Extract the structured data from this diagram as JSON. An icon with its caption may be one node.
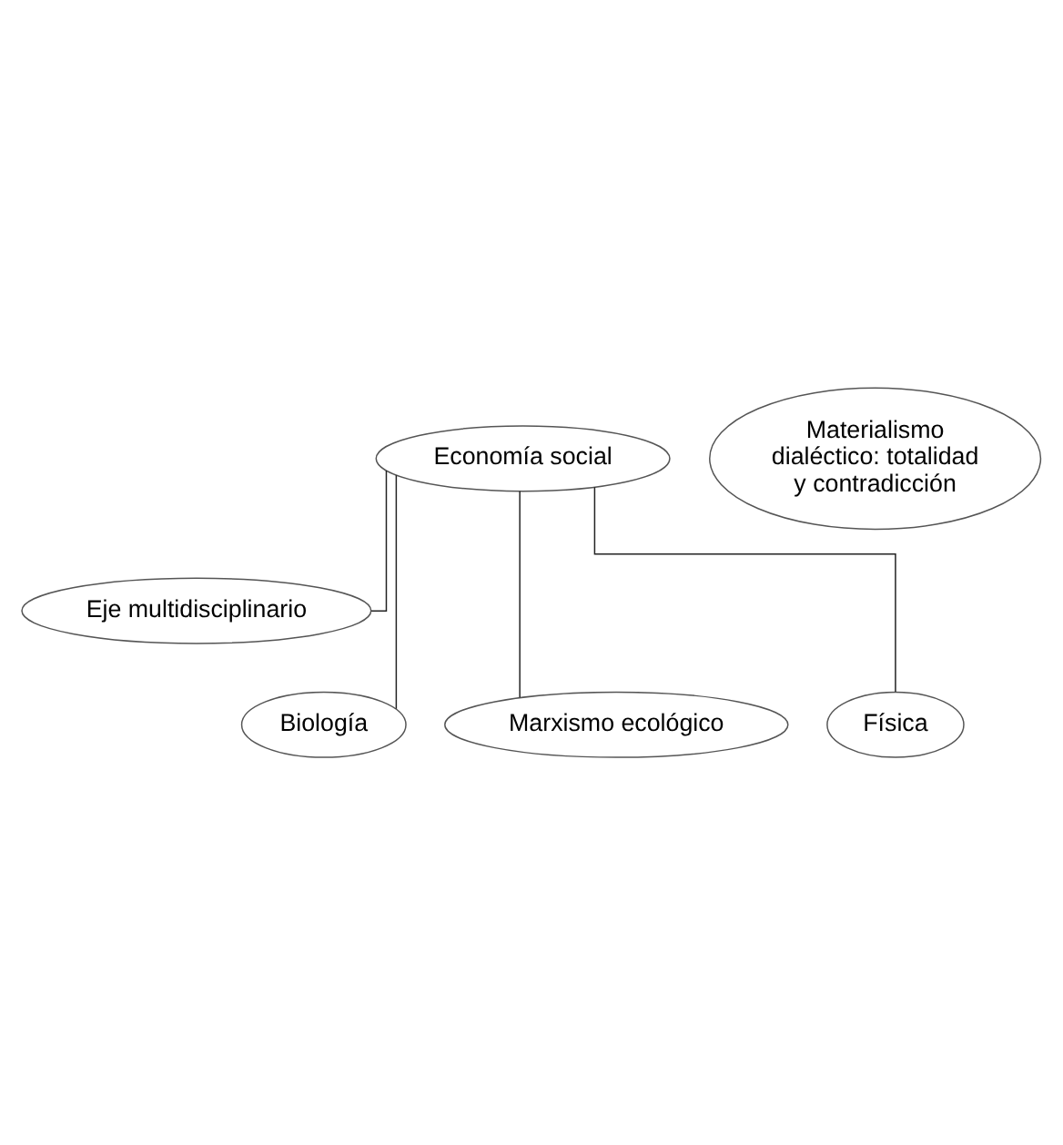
{
  "diagram": {
    "nodes": [
      {
        "text": [
          "Economía social"
        ]
      },
      {
        "text": [
          "Eje multidisciplinario"
        ]
      },
      {
        "text": [
          "Biología"
        ]
      },
      {
        "text": [
          "Marxismo ecológico"
        ]
      },
      {
        "text": [
          "Física"
        ]
      },
      {
        "text": [
          "Materialismo dialéctico: totalidad y contradicción"
        ]
      }
    ],
    "edges": [
      {
        "from": 0,
        "to": 1,
        "arrow": "none"
      },
      {
        "from": 0,
        "to": 2,
        "arrow": "none"
      },
      {
        "from": 0,
        "to": 3,
        "arrow": "none"
      },
      {
        "from": 0,
        "to": 4,
        "arrow": "none"
      }
    ]
  }
}
